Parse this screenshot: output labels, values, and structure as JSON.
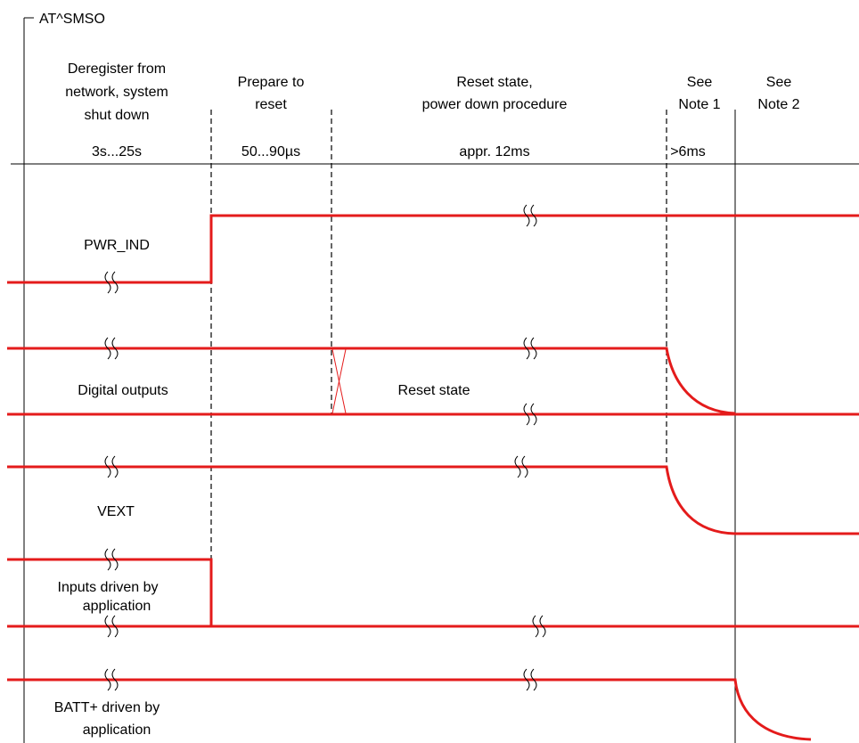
{
  "header": {
    "command": "AT^SMSO"
  },
  "phases": [
    {
      "lines": [
        "Deregister from",
        "network, system",
        "shut down"
      ],
      "duration": "3s...25s"
    },
    {
      "lines": [
        "Prepare to",
        "reset"
      ],
      "duration": "50...90µs"
    },
    {
      "lines": [
        "Reset state,",
        "power down procedure"
      ],
      "duration": "appr. 12ms"
    },
    {
      "lines": [
        "See",
        "Note 1"
      ],
      "duration": ">6ms"
    },
    {
      "lines": [
        "See",
        "Note 2"
      ],
      "duration": ""
    }
  ],
  "signals": {
    "pwr_ind": {
      "label": "PWR_IND"
    },
    "digital_outputs": {
      "label": "Digital outputs",
      "reset_label": "Reset state"
    },
    "vext": {
      "label": "VEXT"
    },
    "inputs": {
      "lines": [
        "Inputs driven by",
        "application"
      ]
    },
    "batt": {
      "lines": [
        "BATT+  driven by",
        "application"
      ]
    }
  },
  "colors": {
    "signal": "#e41b1b",
    "grid": "#000000",
    "background": "#ffffff"
  }
}
